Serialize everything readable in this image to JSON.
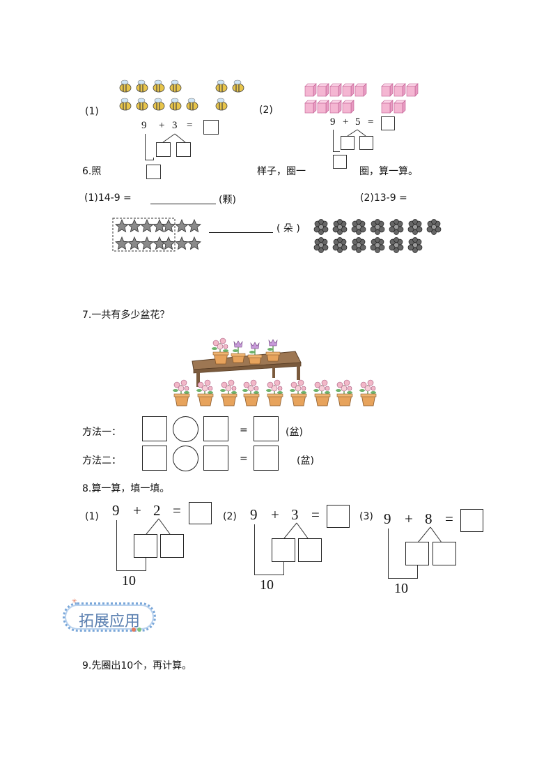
{
  "q6": {
    "part1_label": "(1)",
    "part2_label": "(2)",
    "eq1": {
      "a": "9",
      "op": "+",
      "b": "3",
      "eq": "="
    },
    "eq2": {
      "a": "9",
      "op": "+",
      "b": "5",
      "eq": "="
    },
    "title_a": "6.照",
    "title_b": "样子，圈一",
    "title_c": "圈，算一算。",
    "sub1": "(1)14-9 =",
    "sub1_unit": "(颗)",
    "sub2": "(2)13-9 =",
    "sub2_unit": "( 朵 )"
  },
  "q7": {
    "title": "7.一共有多少盆花？",
    "method1": "方法一：",
    "method2": "方法二：",
    "eq": "=",
    "unit": "(盆)"
  },
  "q8": {
    "title": "8.算一算，填一填。",
    "items": [
      {
        "label": "(1)",
        "a": "9",
        "op": "+",
        "b": "2",
        "eq": "=",
        "ten": "10"
      },
      {
        "label": "(2)",
        "a": "9",
        "op": "+",
        "b": "3",
        "eq": "=",
        "ten": "10"
      },
      {
        "label": "(3)",
        "a": "9",
        "op": "+",
        "b": "8",
        "eq": "=",
        "ten": "10"
      }
    ]
  },
  "section": {
    "badge": "拓展应用"
  },
  "q9": {
    "title": "9.先圈出10个，再计算。"
  },
  "colors": {
    "bee": "#e8c54a",
    "cube": "#f4b6d2",
    "star": "#888888",
    "flower": "#555555",
    "badge_border": "#7aa7d9",
    "table": "#8b6a4c",
    "pot": "#e7a35c"
  }
}
